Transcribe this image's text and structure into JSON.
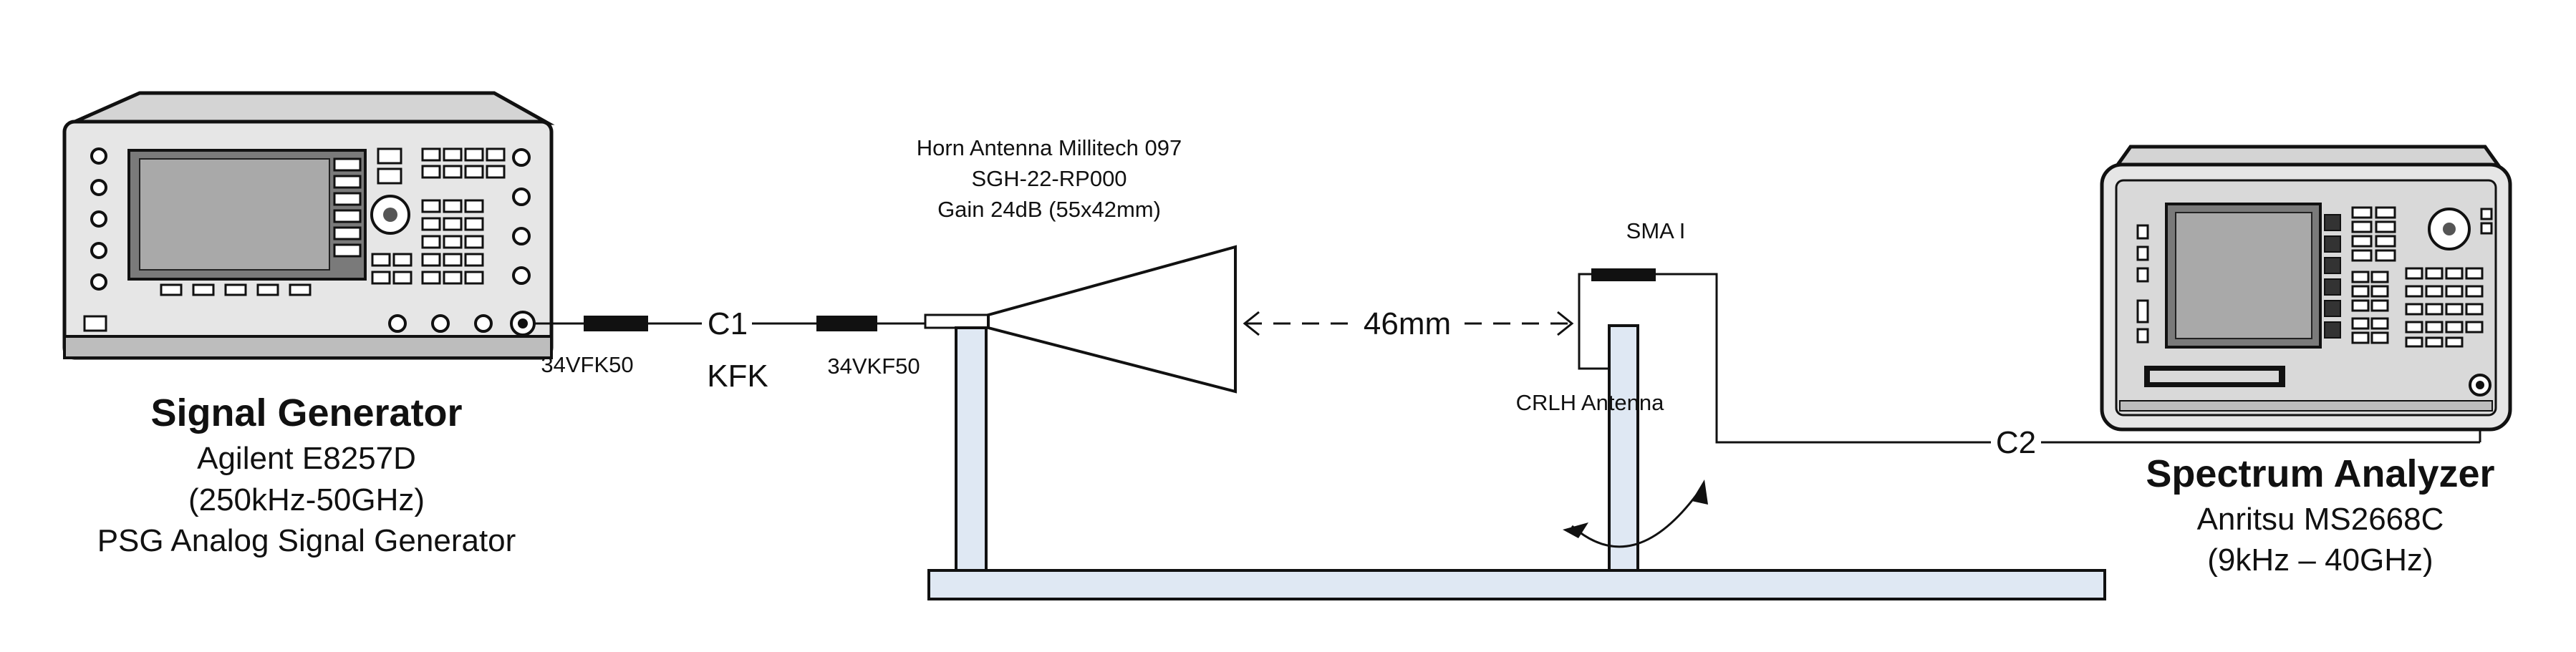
{
  "signal_generator": {
    "title": "Signal Generator",
    "model": "Agilent E8257D",
    "range": "(250kHz-50GHz)",
    "description": "PSG Analog Signal Generator"
  },
  "spectrum_analyzer": {
    "title": "Spectrum Analyzer",
    "model": "Anritsu MS2668C",
    "range": "(9kHz – 40GHz)"
  },
  "horn_antenna": {
    "line1": "Horn Antenna Millitech 097",
    "line2": "SGH-22-RP000",
    "line3": "Gain 24dB (55x42mm)"
  },
  "labels": {
    "adapter_left": "34VFK50",
    "cable_c1": "C1",
    "adapter_kfk": "KFK",
    "adapter_right": "34VKF50",
    "distance": "46mm",
    "sma": "SMA I",
    "crlh": "CRLH Antenna",
    "cable_c2": "C2"
  }
}
